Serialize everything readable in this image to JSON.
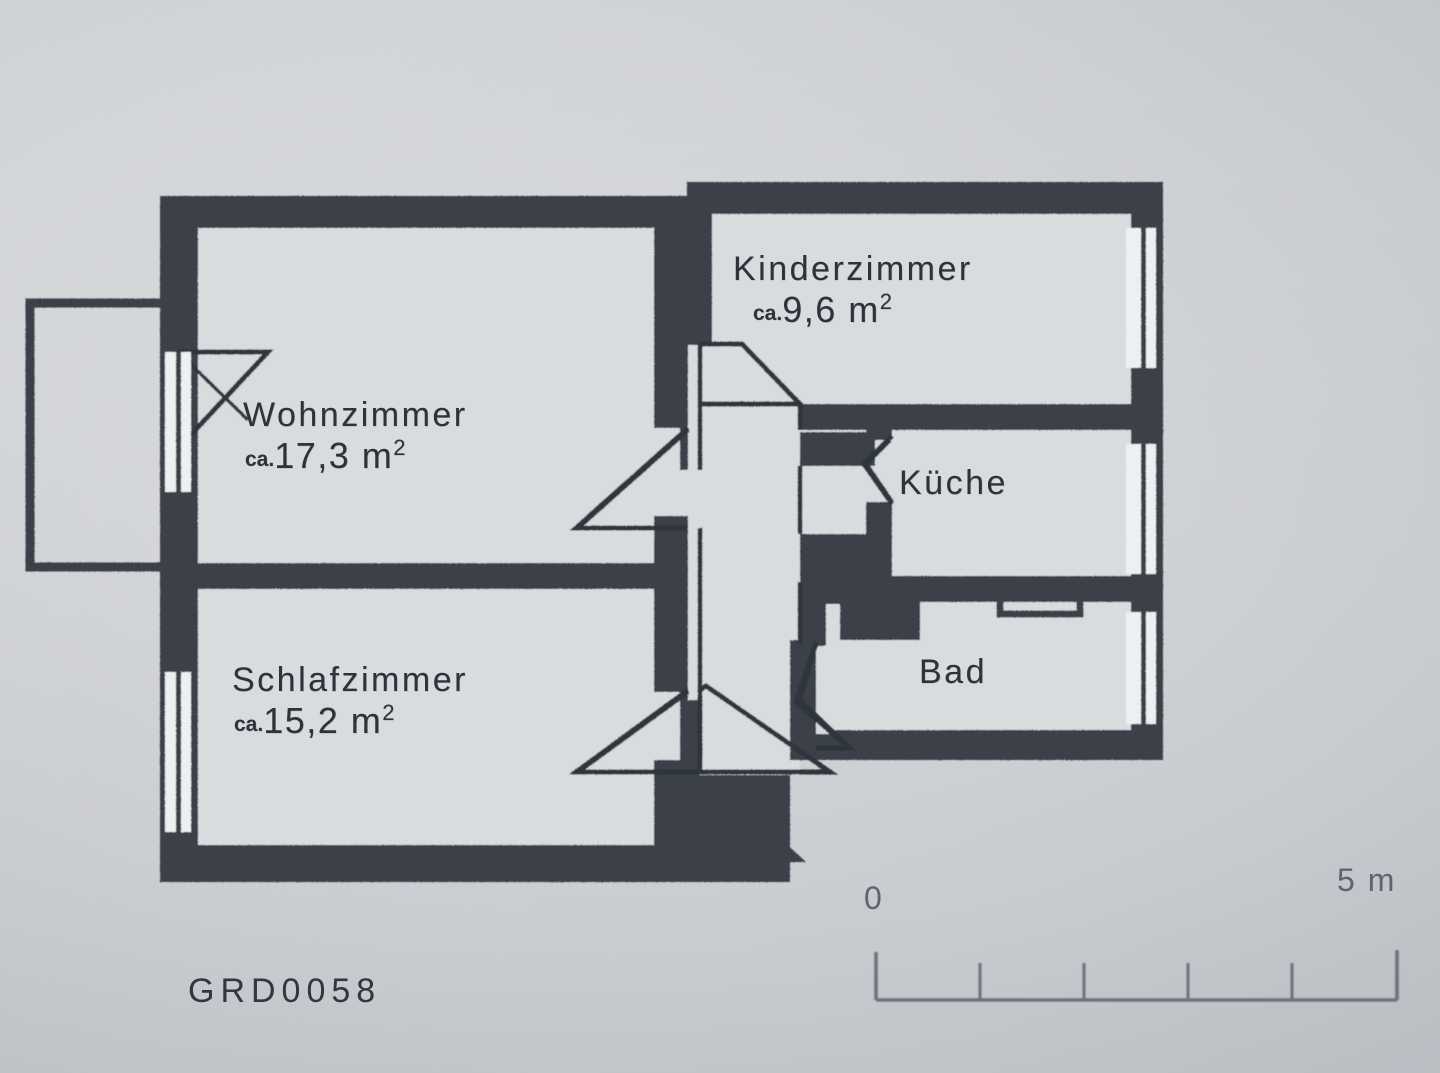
{
  "document": {
    "type": "apartment-floor-plan",
    "plan_code": "GRD0058"
  },
  "rooms": [
    {
      "key": "wohnzimmer",
      "name": "Wohnzimmer",
      "prefix": "ca.",
      "area": "17,3",
      "unit": "m",
      "unit_exp": "2"
    },
    {
      "key": "schlafzimmer",
      "name": "Schlafzimmer",
      "prefix": "ca.",
      "area": "15,2",
      "unit": "m",
      "unit_exp": "2"
    },
    {
      "key": "kinderzimmer",
      "name": "Kinderzimmer",
      "prefix": "ca.",
      "area": "9,6",
      "unit": "m",
      "unit_exp": "2"
    },
    {
      "key": "kueche",
      "name": "Küche",
      "prefix": "",
      "area": "",
      "unit": "",
      "unit_exp": ""
    },
    {
      "key": "bad",
      "name": "Bad",
      "prefix": "",
      "area": "",
      "unit": "",
      "unit_exp": ""
    }
  ],
  "labels": {
    "wohnzimmer_name": "Wohnzimmer",
    "wohnzimmer_ca": "ca.",
    "wohnzimmer_area": "17,3 m",
    "wohnzimmer_exp": "2",
    "schlafzimmer_name": "Schlafzimmer",
    "schlafzimmer_ca": "ca.",
    "schlafzimmer_area": "15,2 m",
    "schlafzimmer_exp": "2",
    "kinderzimmer_name": "Kinderzimmer",
    "kinderzimmer_ca": "ca.",
    "kinderzimmer_area": "9,6 m",
    "kinderzimmer_exp": "2",
    "kueche_name": "Küche",
    "bad_name": "Bad"
  },
  "scale_bar": {
    "start_label": "0",
    "end_label": "5 m",
    "units": "m",
    "total_meters": 5,
    "tick_count": 4,
    "tick_values": [
      1,
      2,
      3,
      4
    ]
  },
  "features": {
    "balcony": "balcony-left",
    "entrance_marker": "entrance-arrow",
    "doors": [
      "wohnzimmer-balcony-door",
      "wohnzimmer-hall-door",
      "schlafzimmer-hall-door",
      "kinderzimmer-hall-door",
      "kueche-hall-door",
      "bad-hall-door"
    ],
    "windows": [
      "wohnzimmer-balcony-window",
      "schlafzimmer-left-window",
      "kinderzimmer-right-window",
      "kueche-right-window",
      "bad-right-window"
    ]
  },
  "colors": {
    "background": "#c9ccd0",
    "wall": "#3a4048",
    "room_fill": "#d9dcdf",
    "line": "#2f353d",
    "text": "#2d333b",
    "scale_text": "#5d656e"
  }
}
